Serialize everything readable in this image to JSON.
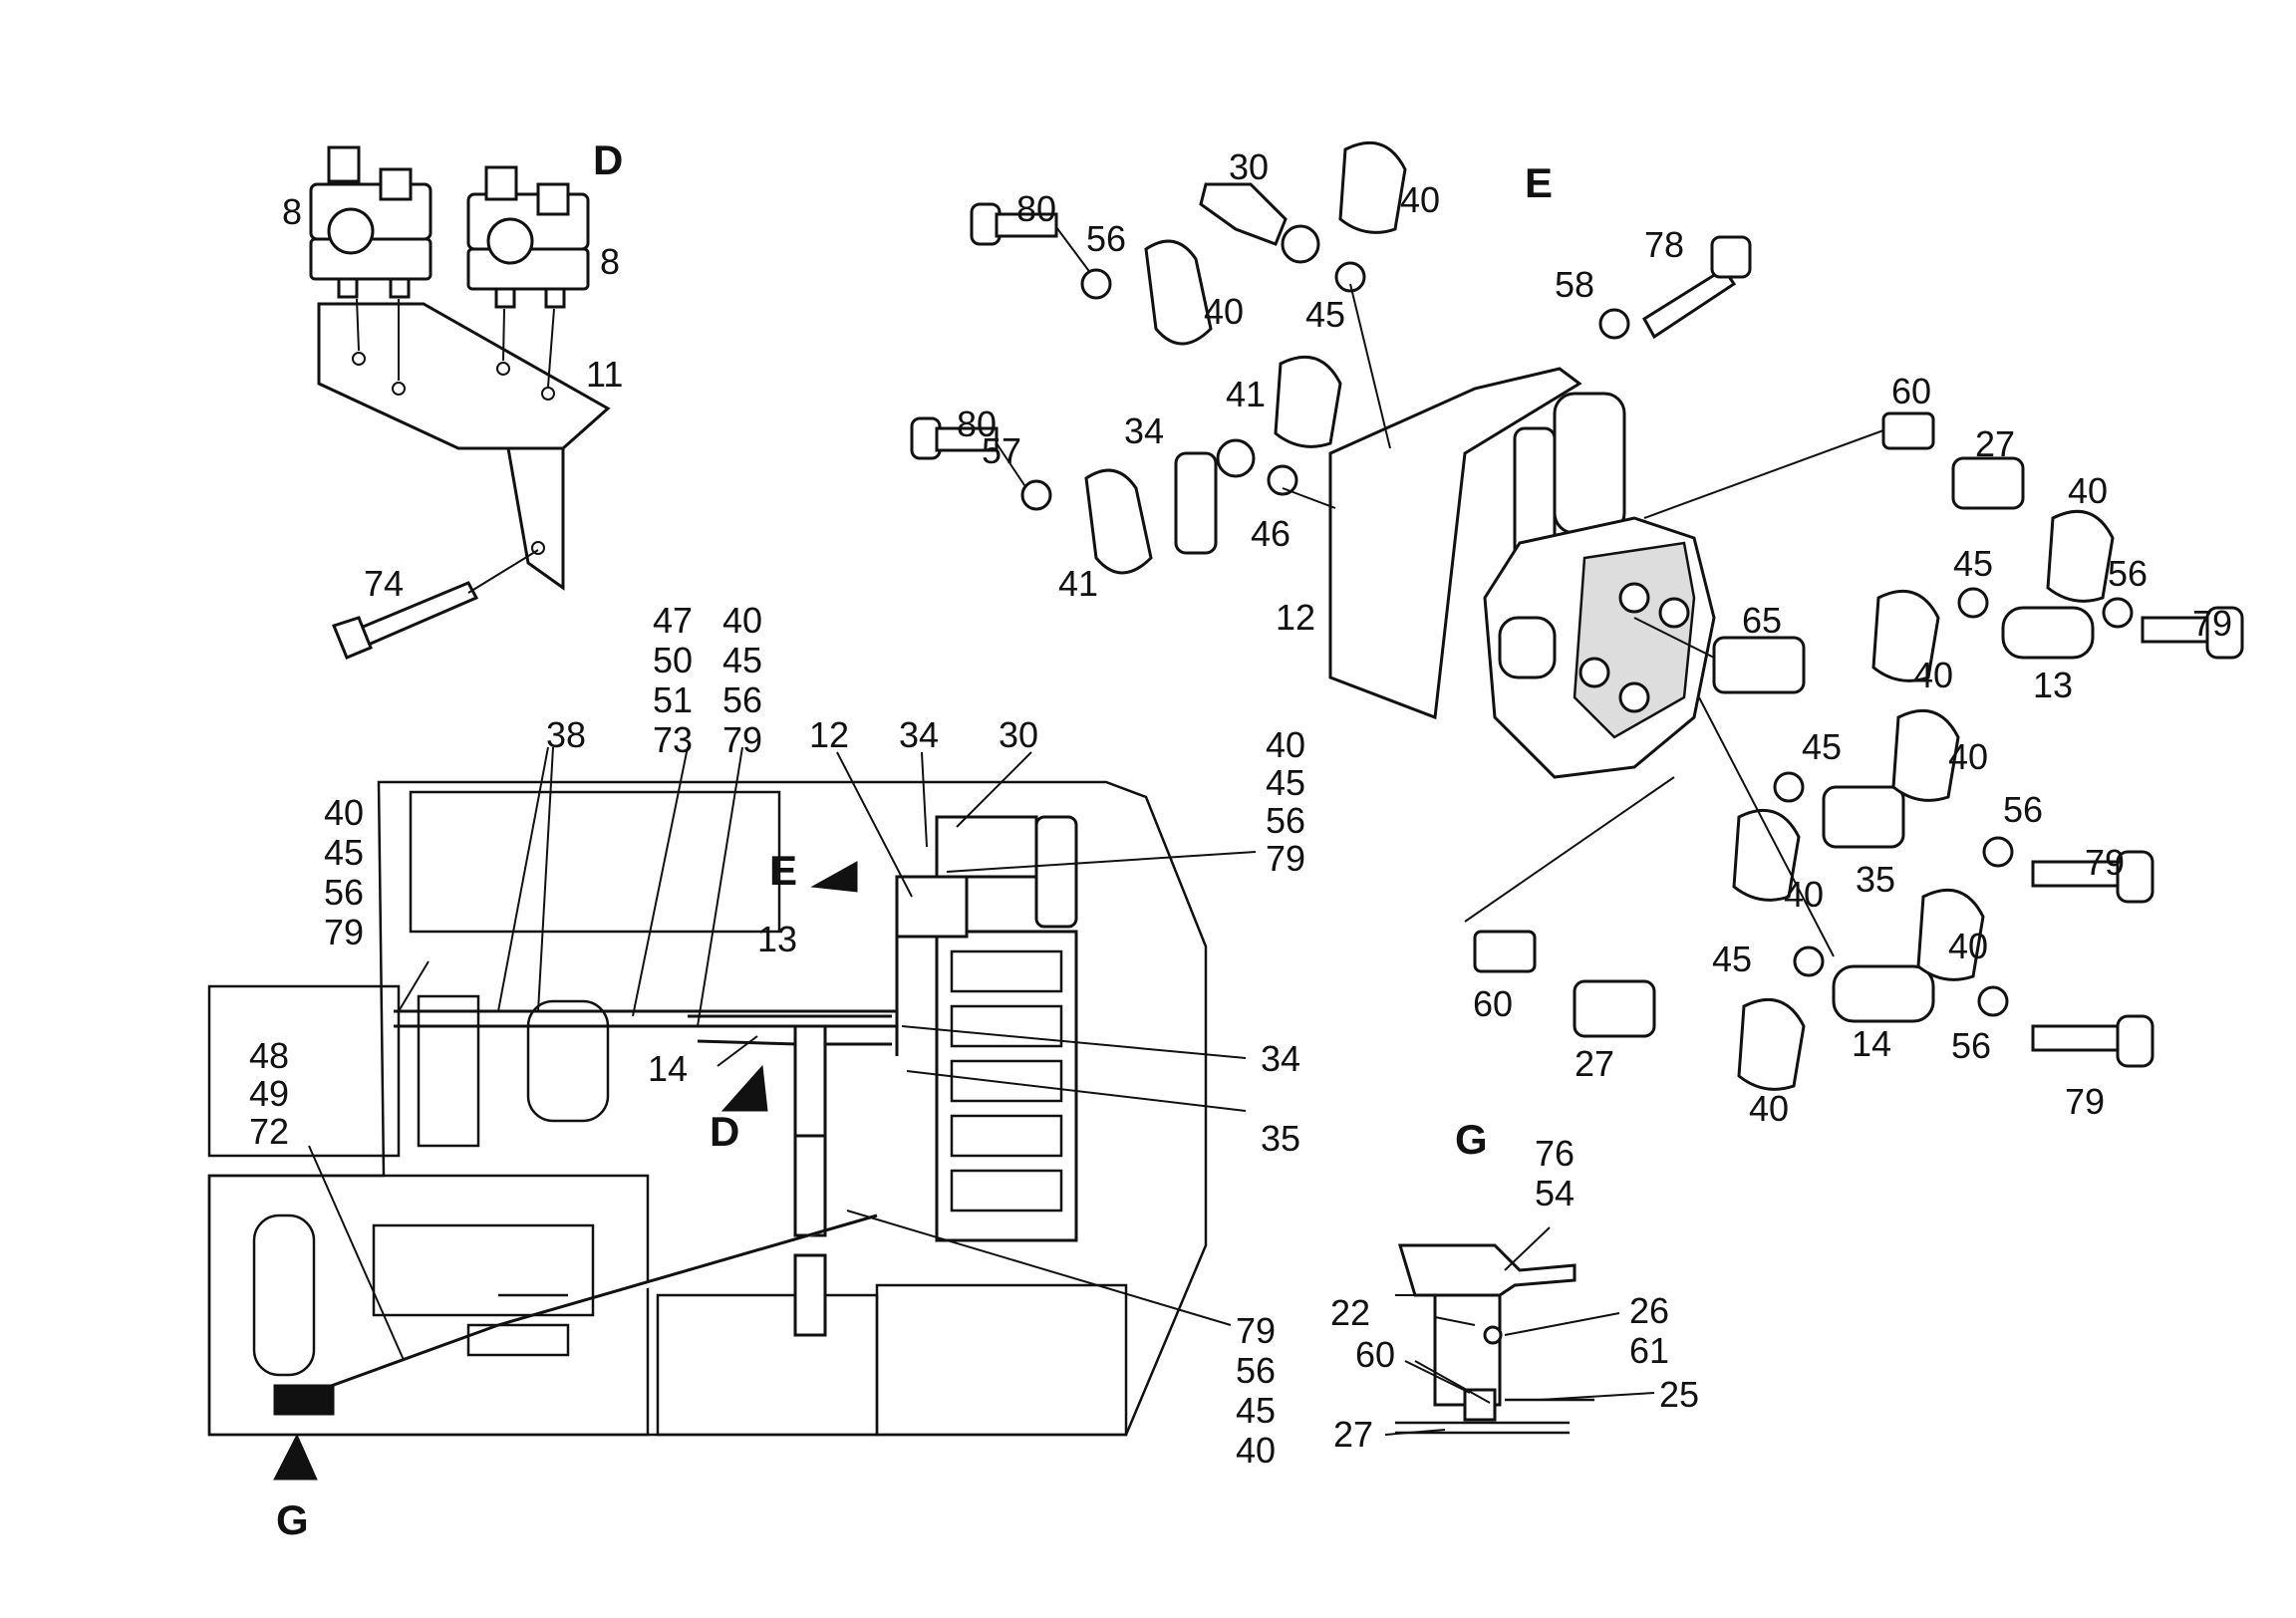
{
  "views": {
    "d": "D",
    "e": "E",
    "g": "G"
  },
  "view_markers": {
    "e_arrow": "E",
    "d_arrow": "D",
    "g_arrow": "G"
  },
  "detail_d_labels": [
    "8",
    "8",
    "11",
    "74"
  ],
  "detail_e_labels": [
    "30",
    "40",
    "80",
    "56",
    "40",
    "45",
    "58",
    "78",
    "80",
    "57",
    "41",
    "34",
    "41",
    "46",
    "12",
    "60",
    "27",
    "40",
    "45",
    "56",
    "79",
    "65",
    "40",
    "13",
    "45",
    "40",
    "56",
    "79",
    "40",
    "35",
    "60",
    "27",
    "45",
    "40",
    "40",
    "14",
    "56",
    "79"
  ],
  "detail_g_labels": [
    "76",
    "54",
    "22",
    "26",
    "61",
    "60",
    "25",
    "27"
  ],
  "main_labels": {
    "group_left": [
      "40",
      "45",
      "56",
      "79"
    ],
    "group_hose1": [
      "47",
      "50",
      "51",
      "73"
    ],
    "group_hose2": [
      "40",
      "45",
      "56",
      "79"
    ],
    "group_right": [
      "40",
      "45",
      "56",
      "79"
    ],
    "group_bottom_right": [
      "79",
      "56",
      "45",
      "40"
    ],
    "group_g": [
      "48",
      "49",
      "72"
    ],
    "l38": "38",
    "l12": "12",
    "l34a": "34",
    "l30": "30",
    "l13": "13",
    "l14": "14",
    "l34b": "34",
    "l35": "35"
  }
}
